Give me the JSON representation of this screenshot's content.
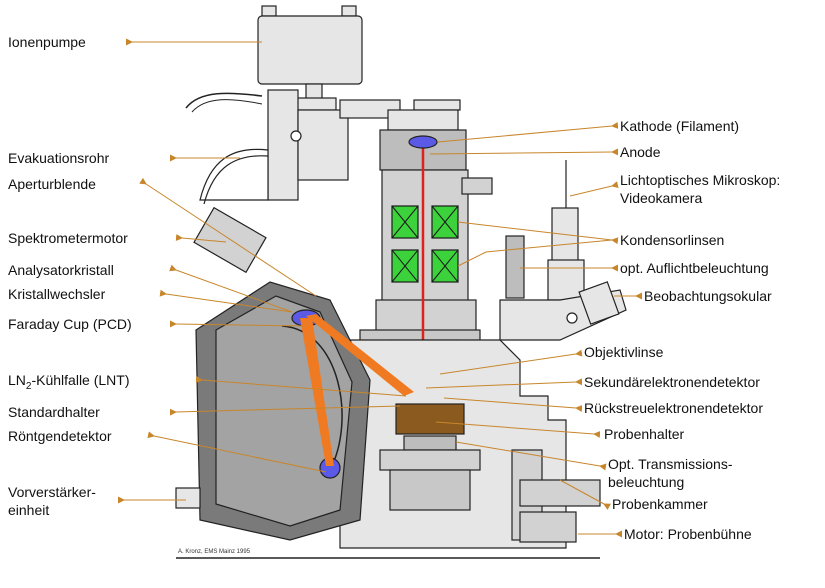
{
  "left_labels": {
    "ionenpumpe": "Ionenpumpe",
    "evakuationsrohr": "Evakuationsrohr",
    "aperturblende": "Aperturblende",
    "spektrometermotor": "Spektrometermotor",
    "analysatorkristall": "Analysatorkristall",
    "kristallwechsler": "Kristallwechsler",
    "faraday_cup": "Faraday Cup (PCD)",
    "ln2_prefix": "LN",
    "ln2_sub": "2",
    "ln2_suffix": "-Kühlfalle (LNT)",
    "standardhalter": "Standardhalter",
    "roentgendetektor": "Röntgendetektor",
    "vorverstaerker_1": "Vorverstärker-",
    "vorverstaerker_2": "einheit"
  },
  "right_labels": {
    "kathode": "Kathode (Filament)",
    "anode": "Anode",
    "mikroskop_1": "Lichtoptisches Mikroskop:",
    "mikroskop_2": "Videokamera",
    "kondensorlinsen": "Kondensorlinsen",
    "auflicht": "opt. Auflichtbeleuchtung",
    "beobachtungsokular": "Beobachtungsokular",
    "objektivlinse": "Objektivlinse",
    "sekundaer": "Sekundärelektronendetektor",
    "rueckstreu": "Rückstreuelektronendetektor",
    "probenhalter": "Probenhalter",
    "transmission_1": "Opt. Transmissions-",
    "transmission_2": "beleuchtung",
    "probenkammer": "Probenkammer",
    "motor": "Motor: Probenbühne"
  },
  "credit": "A. Kronz, EMS Mainz 1995",
  "colors": {
    "leader_lines": "#c8862b",
    "housing_light": "#e6e6e6",
    "housing_mid": "#bdbdbd",
    "spectrometer_dark": "#7a7a7a",
    "electron_beam": "#e0201b",
    "xray_beam": "#f07a22",
    "lens_coils": "#3cd23c",
    "detector_blue": "#5a5ae6",
    "sample_holder": "#8a5a1e"
  }
}
